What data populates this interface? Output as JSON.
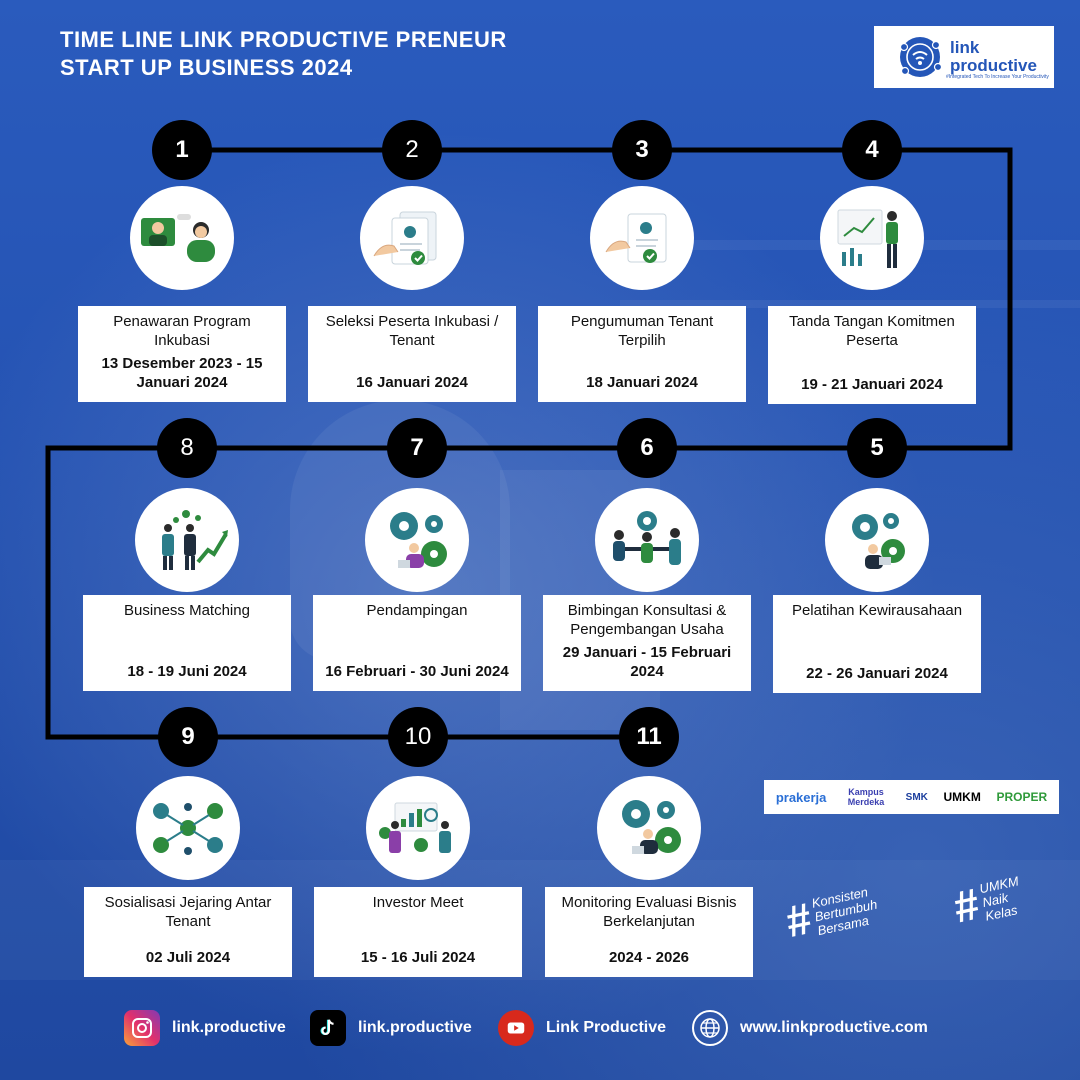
{
  "header": {
    "title_line1": "TIME LINE LINK PRODUCTIVE PRENEUR",
    "title_line2": "START UP BUSINESS 2024"
  },
  "logo": {
    "brand_line1": "link",
    "brand_line2": "productive",
    "tagline": "#Integrated Tech To Increase Your Productivity",
    "icon": "network-globe-icon"
  },
  "steps": [
    {
      "number": "1",
      "title": "Penawaran Program Inkubasi",
      "date": "13 Desember 2023 - 15 Januari 2024",
      "icon": "online-meeting-icon"
    },
    {
      "number": "2",
      "title": "Seleksi Peserta Inkubasi / Tenant",
      "date": "16 Januari 2024",
      "icon": "document-selection-icon"
    },
    {
      "number": "3",
      "title": "Pengumuman Tenant Terpilih",
      "date": "18 Januari 2024",
      "icon": "approved-document-icon"
    },
    {
      "number": "4",
      "title": "Tanda Tangan Komitmen Peserta",
      "date": "19 - 21 Januari 2024",
      "icon": "presentation-icon"
    },
    {
      "number": "5",
      "title": "Pelatihan Kewirausahaan",
      "date": "22 - 26 Januari 2024",
      "icon": "gears-person-icon"
    },
    {
      "number": "6",
      "title": "Bimbingan Konsultasi & Pengembangan Usaha",
      "date": "29 Januari - 15 Februari 2024",
      "icon": "consultation-icon"
    },
    {
      "number": "7",
      "title": "Pendampingan",
      "date": "16 Februari - 30 Juni  2024",
      "icon": "gears-team-icon"
    },
    {
      "number": "8",
      "title": "Business Matching",
      "date": "18 - 19 Juni  2024",
      "icon": "handshake-growth-icon"
    },
    {
      "number": "9",
      "title": "Sosialisasi Jejaring Antar Tenant",
      "date": "02 Juli 2024",
      "icon": "network-people-icon"
    },
    {
      "number": "10",
      "title": "Investor Meet",
      "date": "15 - 16 Juli 2024",
      "icon": "investor-analytics-icon"
    },
    {
      "number": "11",
      "title": "Monitoring Evaluasi Bisnis Berkelanjutan",
      "date": "2024 - 2026",
      "icon": "monitoring-gears-icon"
    }
  ],
  "partners": [
    "prakerja",
    "Kampus Merdeka",
    "SMK",
    "UMKM",
    "PROPER"
  ],
  "hashtags": [
    {
      "words": [
        "Konsisten",
        "Bertumbuh",
        "Bersama"
      ]
    },
    {
      "words": [
        "UMKM",
        "Naik",
        "Kelas"
      ]
    }
  ],
  "footer": {
    "instagram": "link.productive",
    "tiktok": "link.productive",
    "youtube": "Link Productive",
    "website": "www.linkproductive.com"
  },
  "colors": {
    "background": "#2553b3",
    "badge": "#000000",
    "card": "#ffffff",
    "brand": "#2456b8",
    "illustration_green": "#2e8b3e",
    "illustration_teal": "#2b7d8a"
  }
}
